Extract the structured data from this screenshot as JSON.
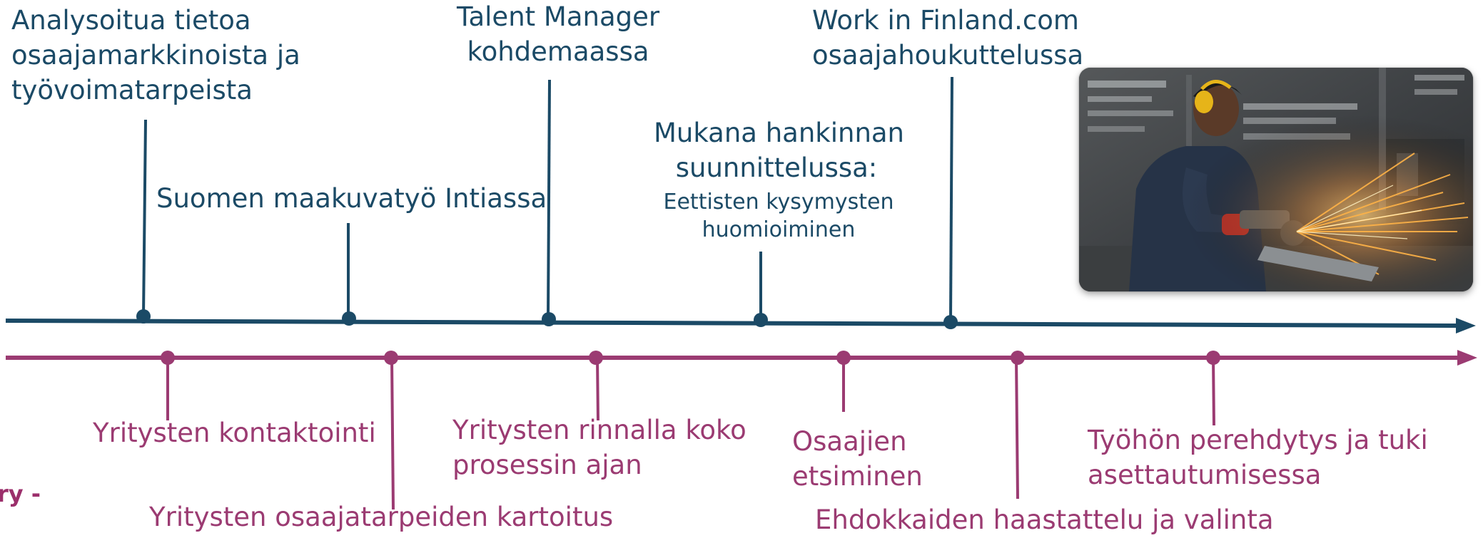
{
  "colors": {
    "top_track": "#1b4a66",
    "bottom_track": "#9b3b72",
    "background": "#ffffff"
  },
  "top_timeline": {
    "items": [
      {
        "lines": [
          "Analysoitua tietoa",
          "osaajamarkkinoista ja",
          "työvoimatarpeista"
        ]
      },
      {
        "lines": [
          "Suomen maakuvatyö Intiassa"
        ]
      },
      {
        "lines": [
          "Talent Manager",
          "kohdemaassa"
        ]
      },
      {
        "heading": [
          "Mukana hankinnan",
          "suunnittelussa:"
        ],
        "lines": [
          "Eettisten kysymysten",
          "huomioiminen"
        ]
      },
      {
        "lines": [
          "Work in Finland.com",
          "osaajahoukuttelussa"
        ]
      }
    ]
  },
  "bottom_timeline": {
    "items": [
      {
        "lines": [
          "Yritysten kontaktointi"
        ]
      },
      {
        "lines": [
          "Yritysten osaajatarpeiden kartoitus"
        ]
      },
      {
        "lines": [
          "Yritysten rinnalla koko",
          "prosessin ajan"
        ]
      },
      {
        "lines": [
          "Osaajien",
          "etsiminen"
        ]
      },
      {
        "lines": [
          "Ehdokkaiden haastattelu ja valinta"
        ]
      },
      {
        "lines": [
          "Työhön perehdytys ja tuki",
          "asettautumisessa"
        ]
      }
    ]
  },
  "partial_text": "ry -",
  "photo": {
    "icon": "welder-with-sparks-photo"
  }
}
